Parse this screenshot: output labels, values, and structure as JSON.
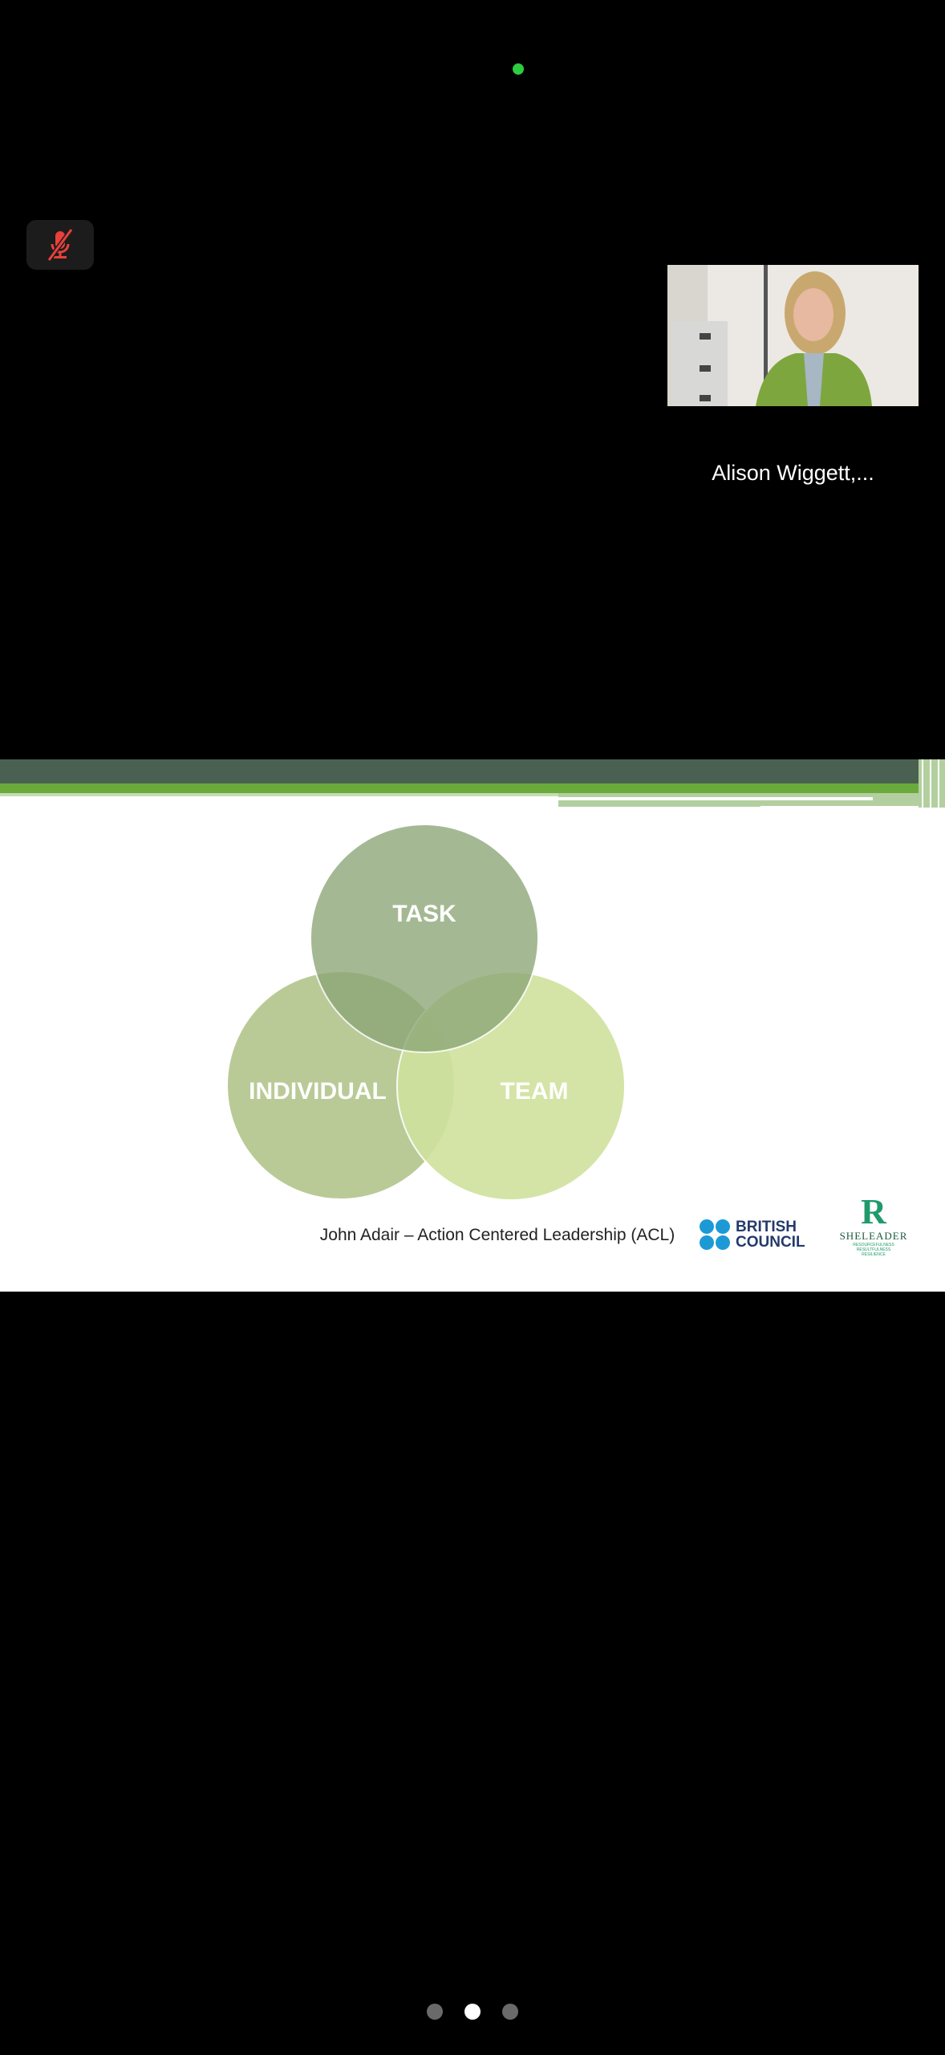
{
  "participant": {
    "name": "Alison Wiggett,..."
  },
  "slide": {
    "diagram": {
      "circles": [
        "TASK",
        "INDIVIDUAL",
        "TEAM"
      ]
    },
    "caption": "John Adair – Action Centered Leadership (ACL)",
    "logos": {
      "british_council": [
        "BRITISH",
        "COUNCIL"
      ],
      "sheleader": {
        "name": "SHELEADER",
        "taglines": [
          "RESOURCEFULNESS",
          "RESULTFULNESS",
          "RESILIENCE"
        ]
      }
    }
  },
  "pager": {
    "count": 3,
    "active": 2
  },
  "colors": {
    "task": "#a5ba95",
    "individual": "#b9ca96",
    "team": "#d0e39f",
    "header_dark": "#4a6152",
    "header_green": "#6aaa3a",
    "muted": "#e8403a"
  }
}
